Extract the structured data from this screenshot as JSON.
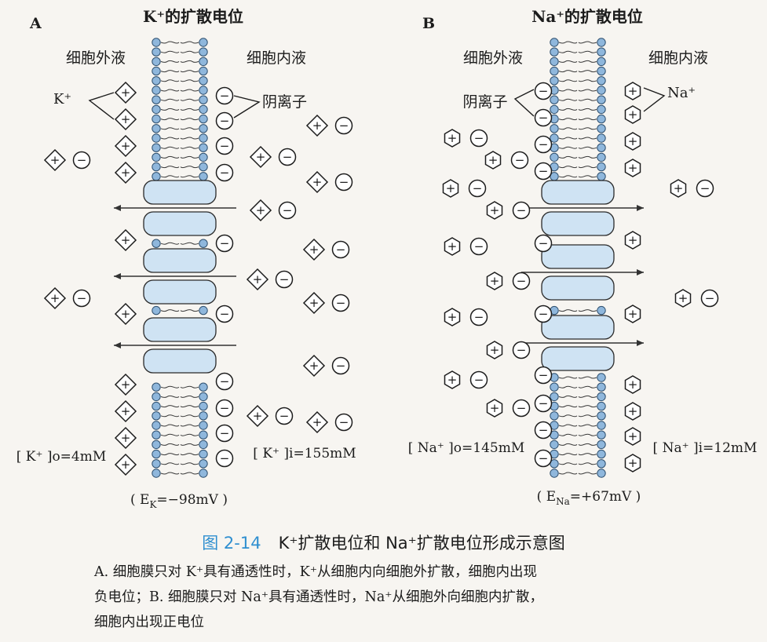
{
  "panel_a": {
    "letter": "A",
    "title": "K⁺的扩散电位",
    "outside_label": "细胞外液",
    "inside_label": "细胞内液",
    "cation_label": "K⁺",
    "anion_label": "阴离子",
    "outside_conc": "[ K⁺ ]o=4mM",
    "inside_conc": "[ K⁺ ]i=155mM",
    "potential": "( E_K=−98mV )",
    "potential_sub": "K",
    "potential_value": "=−98mV )",
    "potential_prefix": "( E"
  },
  "panel_b": {
    "letter": "B",
    "title": "Na⁺的扩散电位",
    "outside_label": "细胞外液",
    "inside_label": "细胞内液",
    "cation_label": "Na⁺",
    "anion_label": "阴离子",
    "outside_conc": "[ Na⁺ ]o=145mM",
    "inside_conc": "[ Na⁺ ]i=12mM",
    "potential": "( E_Na=+67mV )",
    "potential_sub": "Na",
    "potential_value": "=+67mV )",
    "potential_prefix": "( E"
  },
  "caption": {
    "figure_number": "图 2-14",
    "title": "K⁺扩散电位和 Na⁺扩散电位形成示意图",
    "line1": "A. 细胞膜只对 K⁺具有通透性时，K⁺从细胞内向细胞外扩散，细胞内出现",
    "line2": "负电位；B. 细胞膜只对 Na⁺具有通透性时，Na⁺从细胞外向细胞内扩散，",
    "line3": "细胞内出现正电位"
  },
  "symbols": {
    "cation_sign": "+",
    "anion_sign": "−"
  },
  "colors": {
    "lipid_head": "#8fb7dc",
    "channel_fill": "#cfe3f3",
    "figure_number": "#2f8fd0"
  }
}
